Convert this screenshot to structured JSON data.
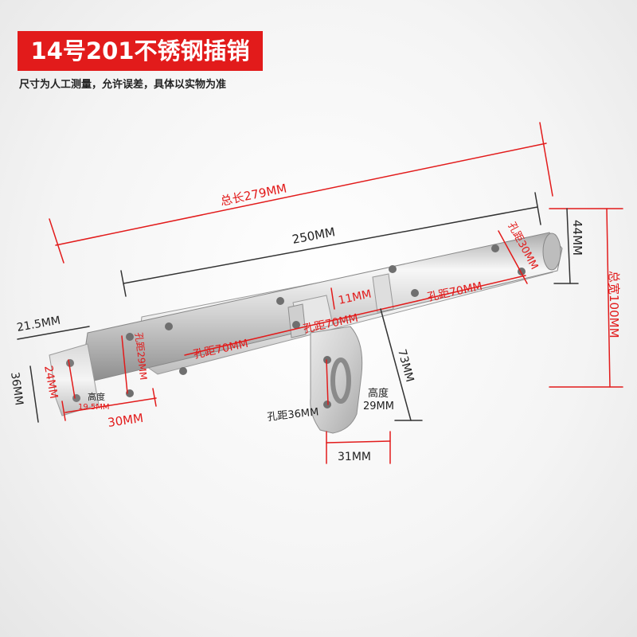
{
  "title": "14号201不锈钢插销",
  "subtitle": "尺寸为人工测量，允许误差，具体以实物为准",
  "colors": {
    "accent": "#e21b1b",
    "dimension_line": "#e21b1b",
    "dimension_text_red": "#e21b1b",
    "dimension_text_dark": "#222222",
    "steel": "#c9c9c9"
  },
  "dimensions": {
    "total_length": "总长279MM",
    "body_length": "250MM",
    "total_width": "总宽100MM",
    "body_height": "44MM",
    "hole_pitch_top": "孔距30MM",
    "hole_pitch_1": "孔距70MM",
    "hole_pitch_2": "孔距70MM",
    "hole_pitch_3": "孔距70MM",
    "bolt_height": "11MM",
    "staple_height": "73MM",
    "end_width": "21.5MM",
    "end_height": "36MM",
    "end_hole_pitch": "24MM",
    "left_hole_pitch": "孔距29MM",
    "knob_height_label": "高度",
    "knob_height_value": "19.5MM",
    "end_length": "30MM",
    "hasp_hole_pitch": "孔距36MM",
    "hasp_height_label": "高度",
    "hasp_height_value": "29MM",
    "hasp_width": "31MM"
  }
}
